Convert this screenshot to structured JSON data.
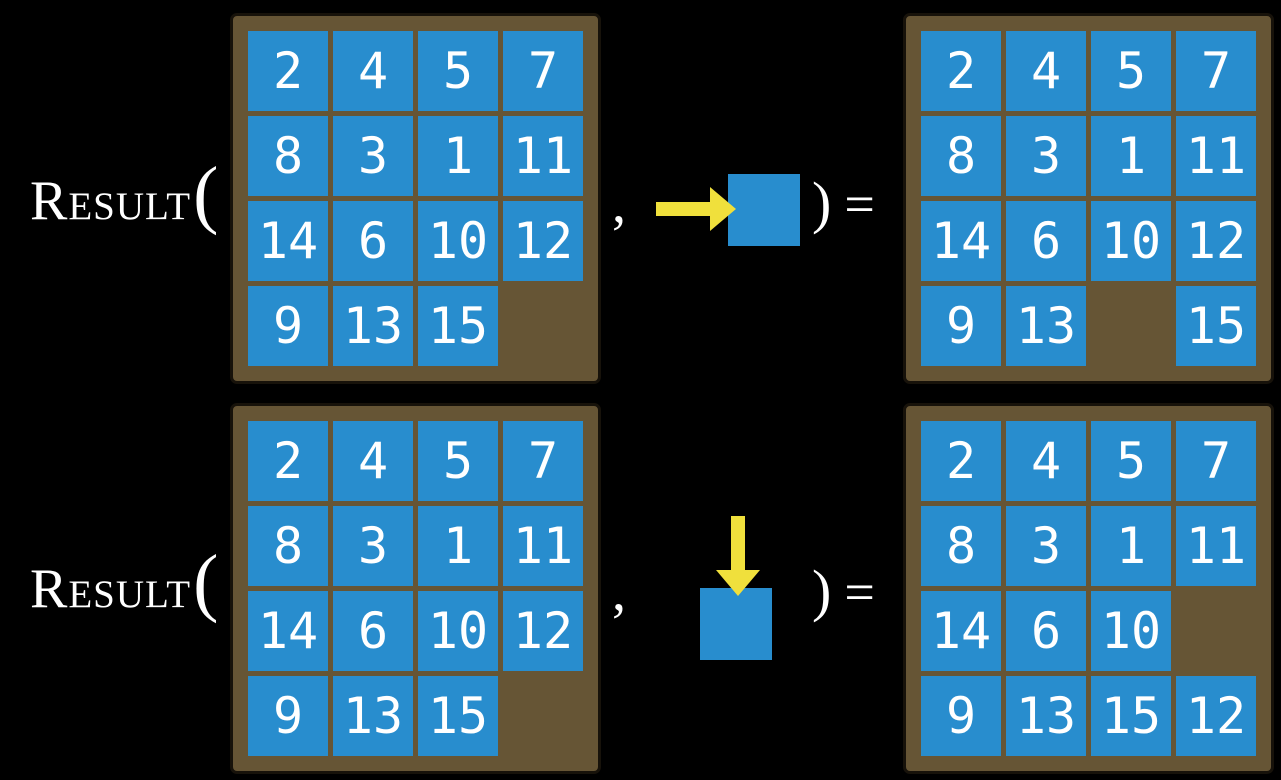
{
  "colors": {
    "background": "#000000",
    "board": "#665535",
    "board_border": "#17120a",
    "tile": "#288dce",
    "tile_text": "#ffffff",
    "formula_text": "#ffffff",
    "arrow": "#f0e03c"
  },
  "equations": [
    {
      "function_label": "Result",
      "open_paren": "(",
      "comma": ",",
      "action": {
        "icon": "move-right-arrow-icon",
        "direction": "right"
      },
      "close_paren": ")",
      "equals": "=",
      "state": [
        [
          2,
          4,
          5,
          7
        ],
        [
          8,
          3,
          1,
          11
        ],
        [
          14,
          6,
          10,
          12
        ],
        [
          9,
          13,
          15,
          null
        ]
      ],
      "result": [
        [
          2,
          4,
          5,
          7
        ],
        [
          8,
          3,
          1,
          11
        ],
        [
          14,
          6,
          10,
          12
        ],
        [
          9,
          13,
          null,
          15
        ]
      ]
    },
    {
      "function_label": "Result",
      "open_paren": "(",
      "comma": ",",
      "action": {
        "icon": "move-down-arrow-icon",
        "direction": "down"
      },
      "close_paren": ")",
      "equals": "=",
      "state": [
        [
          2,
          4,
          5,
          7
        ],
        [
          8,
          3,
          1,
          11
        ],
        [
          14,
          6,
          10,
          12
        ],
        [
          9,
          13,
          15,
          null
        ]
      ],
      "result": [
        [
          2,
          4,
          5,
          7
        ],
        [
          8,
          3,
          1,
          11
        ],
        [
          14,
          6,
          10,
          null
        ],
        [
          9,
          13,
          15,
          12
        ]
      ]
    }
  ]
}
